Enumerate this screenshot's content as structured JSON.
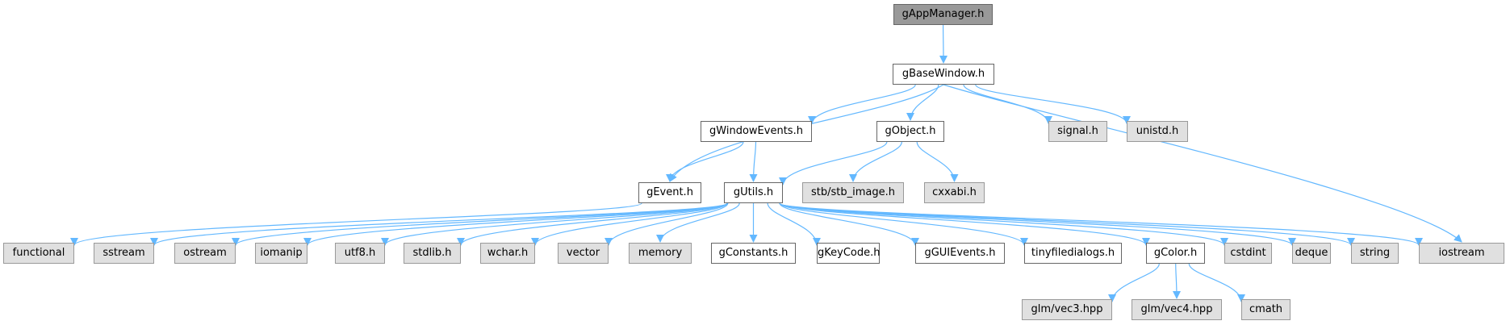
{
  "diagram": {
    "type": "include-dependency-graph",
    "edge_color": "#63b8ff",
    "nodes": [
      {
        "id": "gAppManager",
        "label": "gAppManager.h",
        "kind": "root"
      },
      {
        "id": "gBaseWindow",
        "label": "gBaseWindow.h",
        "kind": "project"
      },
      {
        "id": "gWindowEvents",
        "label": "gWindowEvents.h",
        "kind": "project"
      },
      {
        "id": "gObject",
        "label": "gObject.h",
        "kind": "project"
      },
      {
        "id": "signal",
        "label": "signal.h",
        "kind": "system"
      },
      {
        "id": "unistd",
        "label": "unistd.h",
        "kind": "system"
      },
      {
        "id": "gEvent",
        "label": "gEvent.h",
        "kind": "project"
      },
      {
        "id": "gUtils",
        "label": "gUtils.h",
        "kind": "project"
      },
      {
        "id": "stb_image",
        "label": "stb/stb_image.h",
        "kind": "system"
      },
      {
        "id": "cxxabi",
        "label": "cxxabi.h",
        "kind": "system"
      },
      {
        "id": "functional",
        "label": "functional",
        "kind": "system"
      },
      {
        "id": "sstream",
        "label": "sstream",
        "kind": "system"
      },
      {
        "id": "ostream",
        "label": "ostream",
        "kind": "system"
      },
      {
        "id": "iomanip",
        "label": "iomanip",
        "kind": "system"
      },
      {
        "id": "utf8",
        "label": "utf8.h",
        "kind": "system"
      },
      {
        "id": "stdlib",
        "label": "stdlib.h",
        "kind": "system"
      },
      {
        "id": "wchar",
        "label": "wchar.h",
        "kind": "system"
      },
      {
        "id": "vector",
        "label": "vector",
        "kind": "system"
      },
      {
        "id": "memory",
        "label": "memory",
        "kind": "system"
      },
      {
        "id": "gConstants",
        "label": "gConstants.h",
        "kind": "project"
      },
      {
        "id": "gKeyCode",
        "label": "gKeyCode.h",
        "kind": "project"
      },
      {
        "id": "gGUIEvents",
        "label": "gGUIEvents.h",
        "kind": "project"
      },
      {
        "id": "tinyfiledialogs",
        "label": "tinyfiledialogs.h",
        "kind": "project"
      },
      {
        "id": "gColor",
        "label": "gColor.h",
        "kind": "project"
      },
      {
        "id": "cstdint",
        "label": "cstdint",
        "kind": "system"
      },
      {
        "id": "deque",
        "label": "deque",
        "kind": "system"
      },
      {
        "id": "string",
        "label": "string",
        "kind": "system"
      },
      {
        "id": "iostream",
        "label": "iostream",
        "kind": "system"
      },
      {
        "id": "glm_vec3",
        "label": "glm/vec3.hpp",
        "kind": "system"
      },
      {
        "id": "glm_vec4",
        "label": "glm/vec4.hpp",
        "kind": "system"
      },
      {
        "id": "cmath",
        "label": "cmath",
        "kind": "system"
      }
    ],
    "edges": [
      [
        "gAppManager",
        "gBaseWindow"
      ],
      [
        "gBaseWindow",
        "gEvent"
      ],
      [
        "gBaseWindow",
        "gWindowEvents"
      ],
      [
        "gBaseWindow",
        "gObject"
      ],
      [
        "gBaseWindow",
        "iostream"
      ],
      [
        "gBaseWindow",
        "signal"
      ],
      [
        "gBaseWindow",
        "unistd"
      ],
      [
        "gWindowEvents",
        "gEvent"
      ],
      [
        "gWindowEvents",
        "gUtils"
      ],
      [
        "gObject",
        "gUtils"
      ],
      [
        "gObject",
        "stb_image"
      ],
      [
        "gObject",
        "cxxabi"
      ],
      [
        "gEvent",
        "functional"
      ],
      [
        "gUtils",
        "sstream"
      ],
      [
        "gUtils",
        "ostream"
      ],
      [
        "gUtils",
        "iomanip"
      ],
      [
        "gUtils",
        "utf8"
      ],
      [
        "gUtils",
        "stdlib"
      ],
      [
        "gUtils",
        "wchar"
      ],
      [
        "gUtils",
        "vector"
      ],
      [
        "gUtils",
        "memory"
      ],
      [
        "gUtils",
        "gConstants"
      ],
      [
        "gUtils",
        "gKeyCode"
      ],
      [
        "gUtils",
        "gGUIEvents"
      ],
      [
        "gUtils",
        "tinyfiledialogs"
      ],
      [
        "gUtils",
        "gColor"
      ],
      [
        "gUtils",
        "cstdint"
      ],
      [
        "gUtils",
        "deque"
      ],
      [
        "gUtils",
        "string"
      ],
      [
        "gUtils",
        "iostream"
      ],
      [
        "gColor",
        "glm_vec3"
      ],
      [
        "gColor",
        "glm_vec4"
      ],
      [
        "gColor",
        "cmath"
      ]
    ]
  }
}
